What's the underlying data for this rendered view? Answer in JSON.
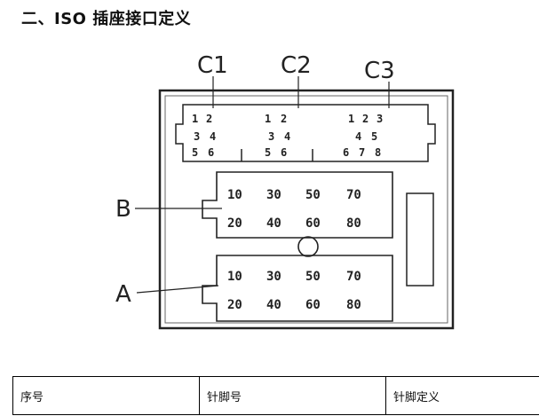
{
  "heading": "二、ISO 插座接口定义",
  "figure": {
    "labels": {
      "c1": "C1",
      "c2": "C2",
      "c3": "C3",
      "b": "B",
      "a": "A"
    },
    "c1_pins": [
      "1",
      "2",
      "3",
      "4",
      "5",
      "6"
    ],
    "c2_pins": [
      "1",
      "2",
      "3",
      "4",
      "5",
      "6"
    ],
    "c3_pins": [
      "1",
      "2",
      "3",
      "4",
      "5",
      "6",
      "7",
      "8"
    ],
    "b_pins": [
      "10",
      "30",
      "50",
      "70",
      "20",
      "40",
      "60",
      "80"
    ],
    "a_pins": [
      "10",
      "30",
      "50",
      "70",
      "20",
      "40",
      "60",
      "80"
    ]
  },
  "table": {
    "headers": [
      "序号",
      "针脚号",
      "针脚定义"
    ]
  }
}
